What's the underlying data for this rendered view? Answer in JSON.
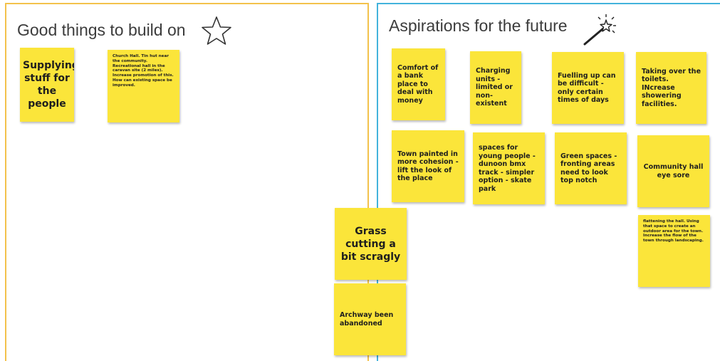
{
  "frames": {
    "good": {
      "title": "Good things to build on",
      "icon": "star-icon",
      "border_color": "#f3c24c"
    },
    "aspirations": {
      "title": "Aspirations for the future",
      "icon": "magic-wand-icon",
      "border_color": "#43b3dc"
    }
  },
  "notes": {
    "supplying": "Supplying stuff for the people",
    "church_hall": "Church Hall. Tin hut near the community. Recreational hall in the caravan site (2 miles). Increase promotion of this. How can existing space be improved.",
    "grass": "Grass cutting a bit scragly",
    "archway": "Archway been abandoned",
    "bank": "Comfort of a bank place to deal with money",
    "charging": "Charging units - limited or non-existent",
    "fuelling": "Fuelling up can be difficult - only certain times of days",
    "toilets": "Taking over the toilets. INcrease showering facilities.",
    "town_painted": "Town painted in more cohesion - lift the look of the place",
    "young_people": "spaces for young people - dunoon bmx track - simpler option - skate park",
    "green_spaces": "Green spaces - fronting areas need to look top notch",
    "hall_eye_sore": "Community hall eye sore",
    "flattening": "flattening the hall. Using that space to create an outdoor area for the town. Increase the flow of the town through landscaping."
  },
  "colors": {
    "sticky_note": "#fbe53a",
    "title_text": "#3c3c3c"
  }
}
